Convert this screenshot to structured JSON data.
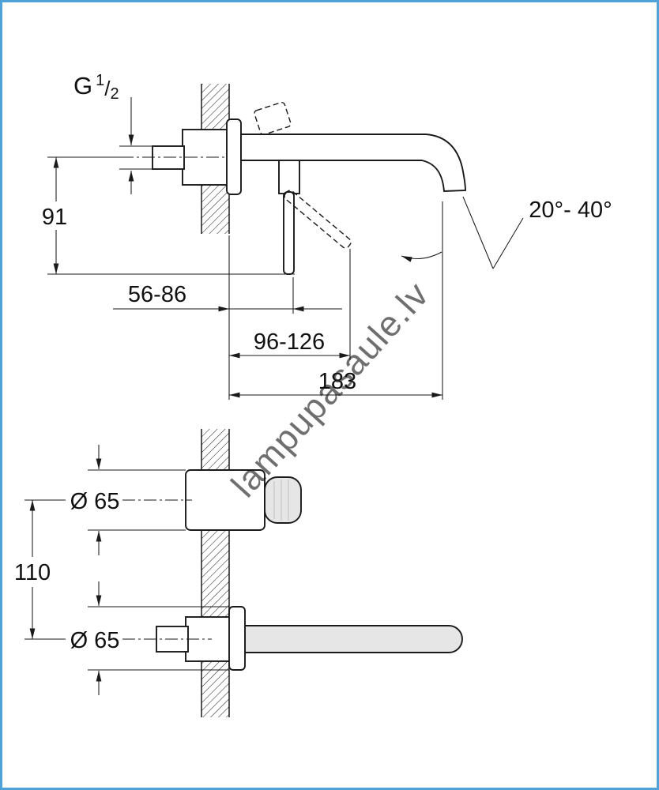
{
  "frame": {
    "border_color": "#4fa3d8",
    "background": "#ffffff"
  },
  "watermark": {
    "text": "lampupasaule.lv",
    "color": "#bdbdbd"
  },
  "drawing": {
    "line_color": "#1a1a1a",
    "labels": {
      "thread_prefix": "G",
      "thread_numerator": "1",
      "thread_slash": "/",
      "thread_denominator": "2",
      "height": "91",
      "depth_min": "56-86",
      "depth_max": "96-126",
      "projection": "183",
      "spout_angle": "20°- 40°",
      "dia_top": "Ø 65",
      "dia_bottom": "Ø 65",
      "hole_spacing": "110"
    }
  }
}
